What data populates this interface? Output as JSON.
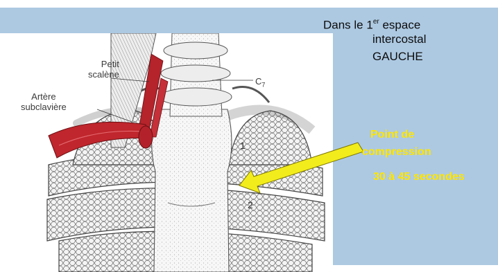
{
  "title": {
    "line1_prefix": "Dans le 1",
    "line1_sup": "er",
    "line1_suffix": " espace",
    "line2": "intercostal",
    "line3": "GAUCHE"
  },
  "callout": {
    "line1": "Point de",
    "line2": "compression",
    "line3": "30 à 45 secondes",
    "color": "#ffe600"
  },
  "figure_labels": {
    "petit_scalene_1": "Petit",
    "petit_scalene_2": "scalène",
    "artere_1": "Artère",
    "artere_2": "subclavière",
    "c7_base": "C",
    "c7_sub": "7",
    "rib1": "1",
    "rib2": "2"
  },
  "colors": {
    "panel": "#adc9e2",
    "arrow_fill": "#f2ec1c",
    "artery": "#c0262d"
  }
}
